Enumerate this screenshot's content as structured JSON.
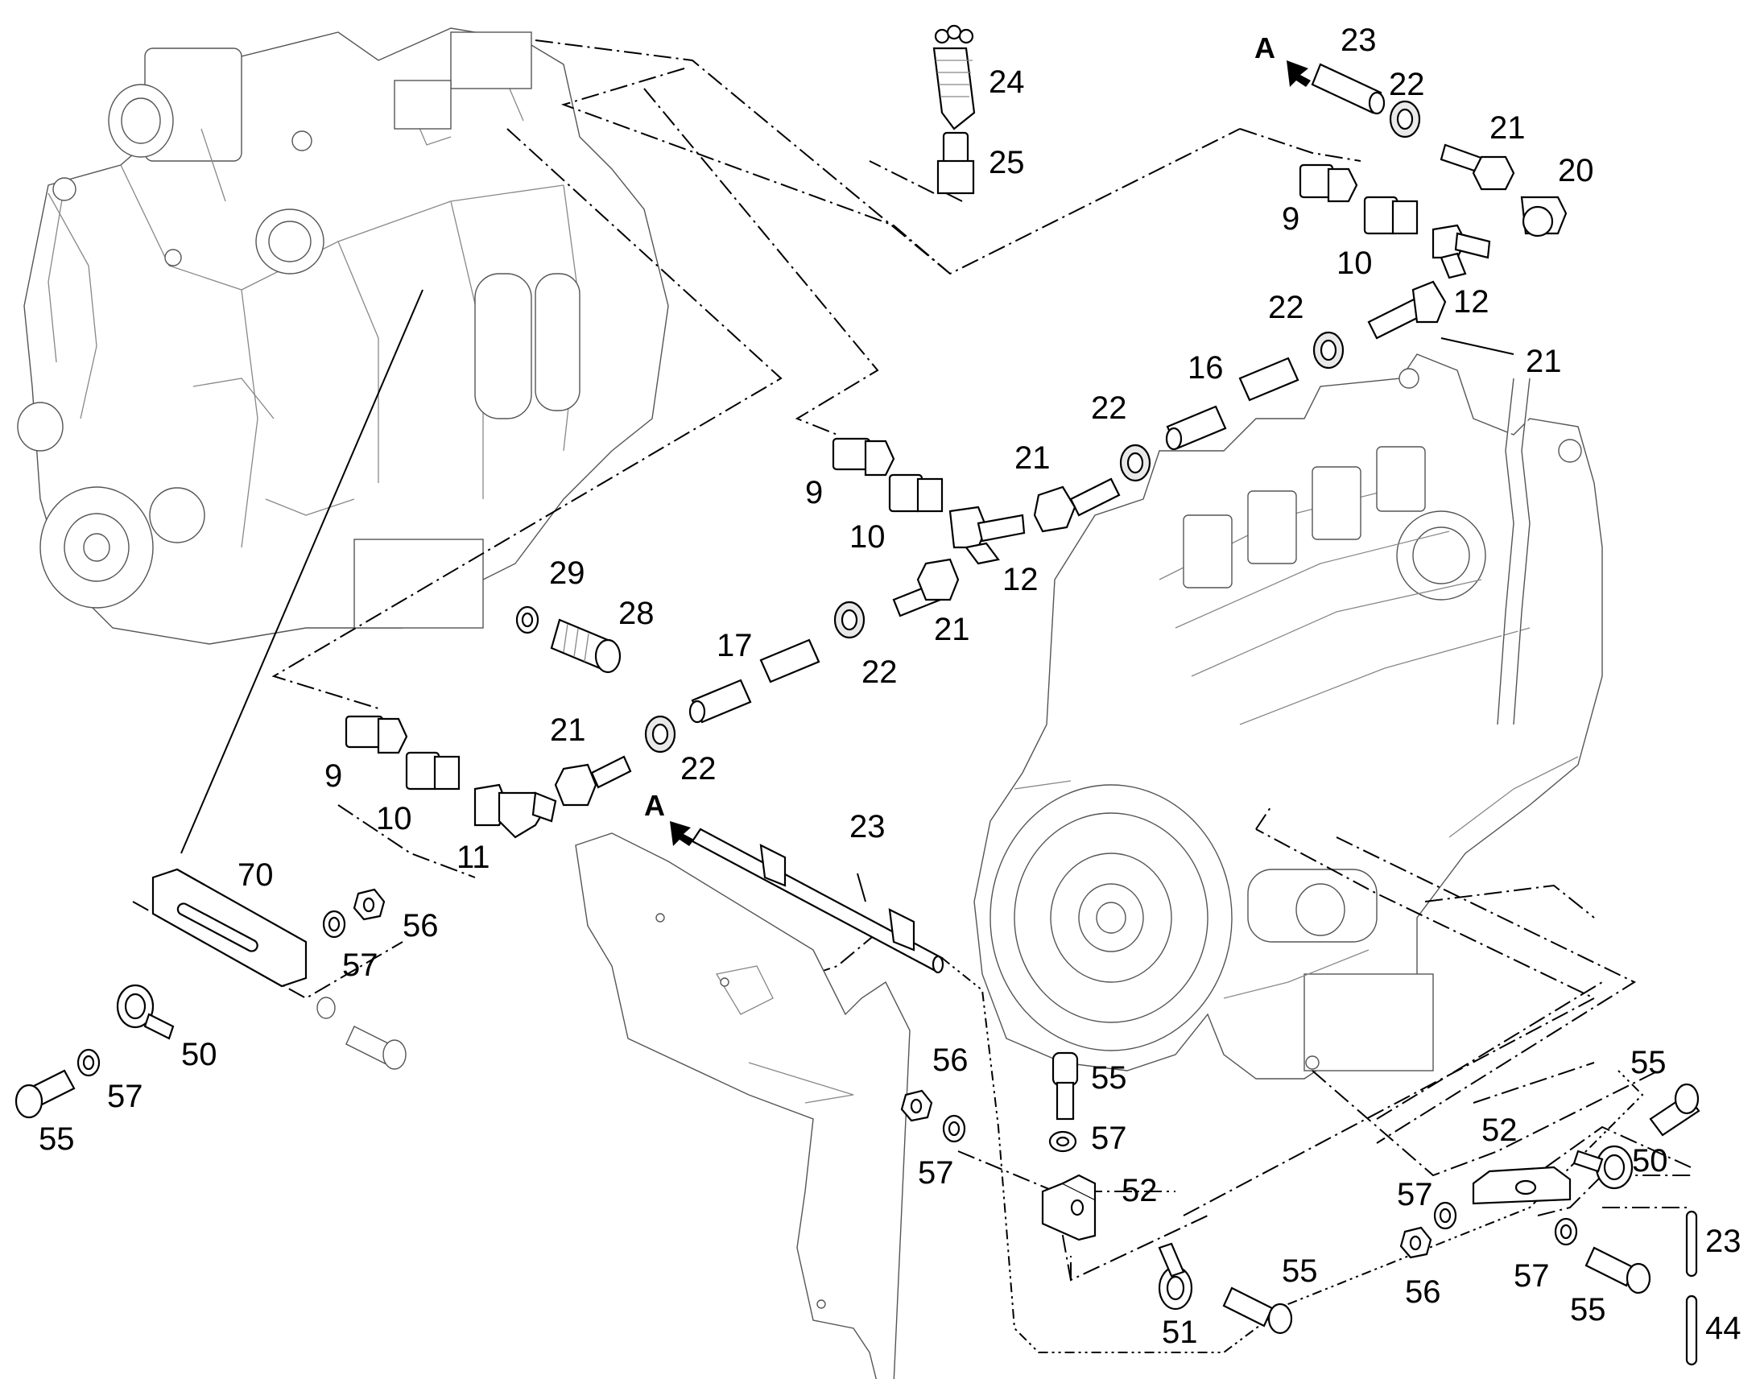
{
  "callouts": {
    "c24": "24",
    "c25": "25",
    "c23_top": "23",
    "c22_top": "22",
    "c21_top": "21",
    "c20": "20",
    "c9_tr": "9",
    "c10_tr": "10",
    "c12_tr": "12",
    "c22_b": "22",
    "c21_b": "21",
    "c16": "16",
    "c22_c": "22",
    "c21_c": "21",
    "c9_m": "9",
    "c10_m": "10",
    "c12_m": "12",
    "c21_m": "21",
    "c29": "29",
    "c28": "28",
    "c17": "17",
    "c22_m": "22",
    "c21_l": "21",
    "c22_l": "22",
    "c9_l": "9",
    "c10_l": "10",
    "c11": "11",
    "c23_mid": "23",
    "c70": "70",
    "c56_l": "56",
    "c57_l": "57",
    "c50_l": "50",
    "c57_ll": "57",
    "c55_l": "55",
    "c56_c": "56",
    "c55_c": "55",
    "c57_c": "57",
    "c57_cc": "57",
    "c52_c": "52",
    "c55_cb": "55",
    "c51": "51",
    "c55_r": "55",
    "c52_r": "52",
    "c50_r": "50",
    "c57_r": "57",
    "c56_r": "56",
    "c57_rb": "57",
    "c55_rb": "55",
    "c23_r": "23",
    "c44": "44"
  },
  "view_markers": {
    "a_top": "A",
    "a_mid": "A"
  }
}
